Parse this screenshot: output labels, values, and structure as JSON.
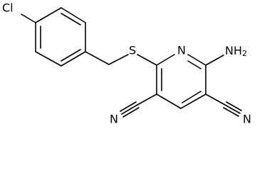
{
  "molecule": {
    "atoms": {
      "chlorine": "Cl",
      "sulfur": "S",
      "ring_nitrogen": "N",
      "amine_nitrogen": "N",
      "amine_hydrogen": "H",
      "amine_hydrogen_count": "2",
      "nitrile_nitrogen_left": "N",
      "nitrile_nitrogen_right": "N"
    }
  }
}
